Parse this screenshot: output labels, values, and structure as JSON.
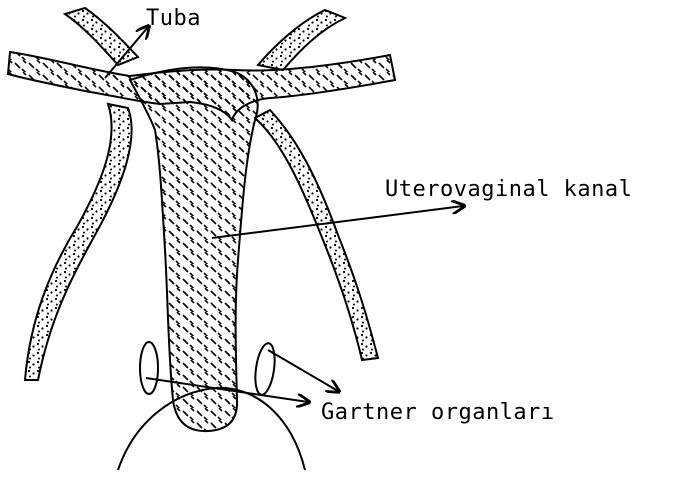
{
  "labels": {
    "tuba": "Tuba",
    "uterovaginal": "Uterovaginal kanal",
    "gartner": "Gartner organları"
  },
  "colors": {
    "stroke": "#000000",
    "background": "#ffffff"
  },
  "fills": {
    "ducts": "stipple",
    "canal": "hatch"
  }
}
